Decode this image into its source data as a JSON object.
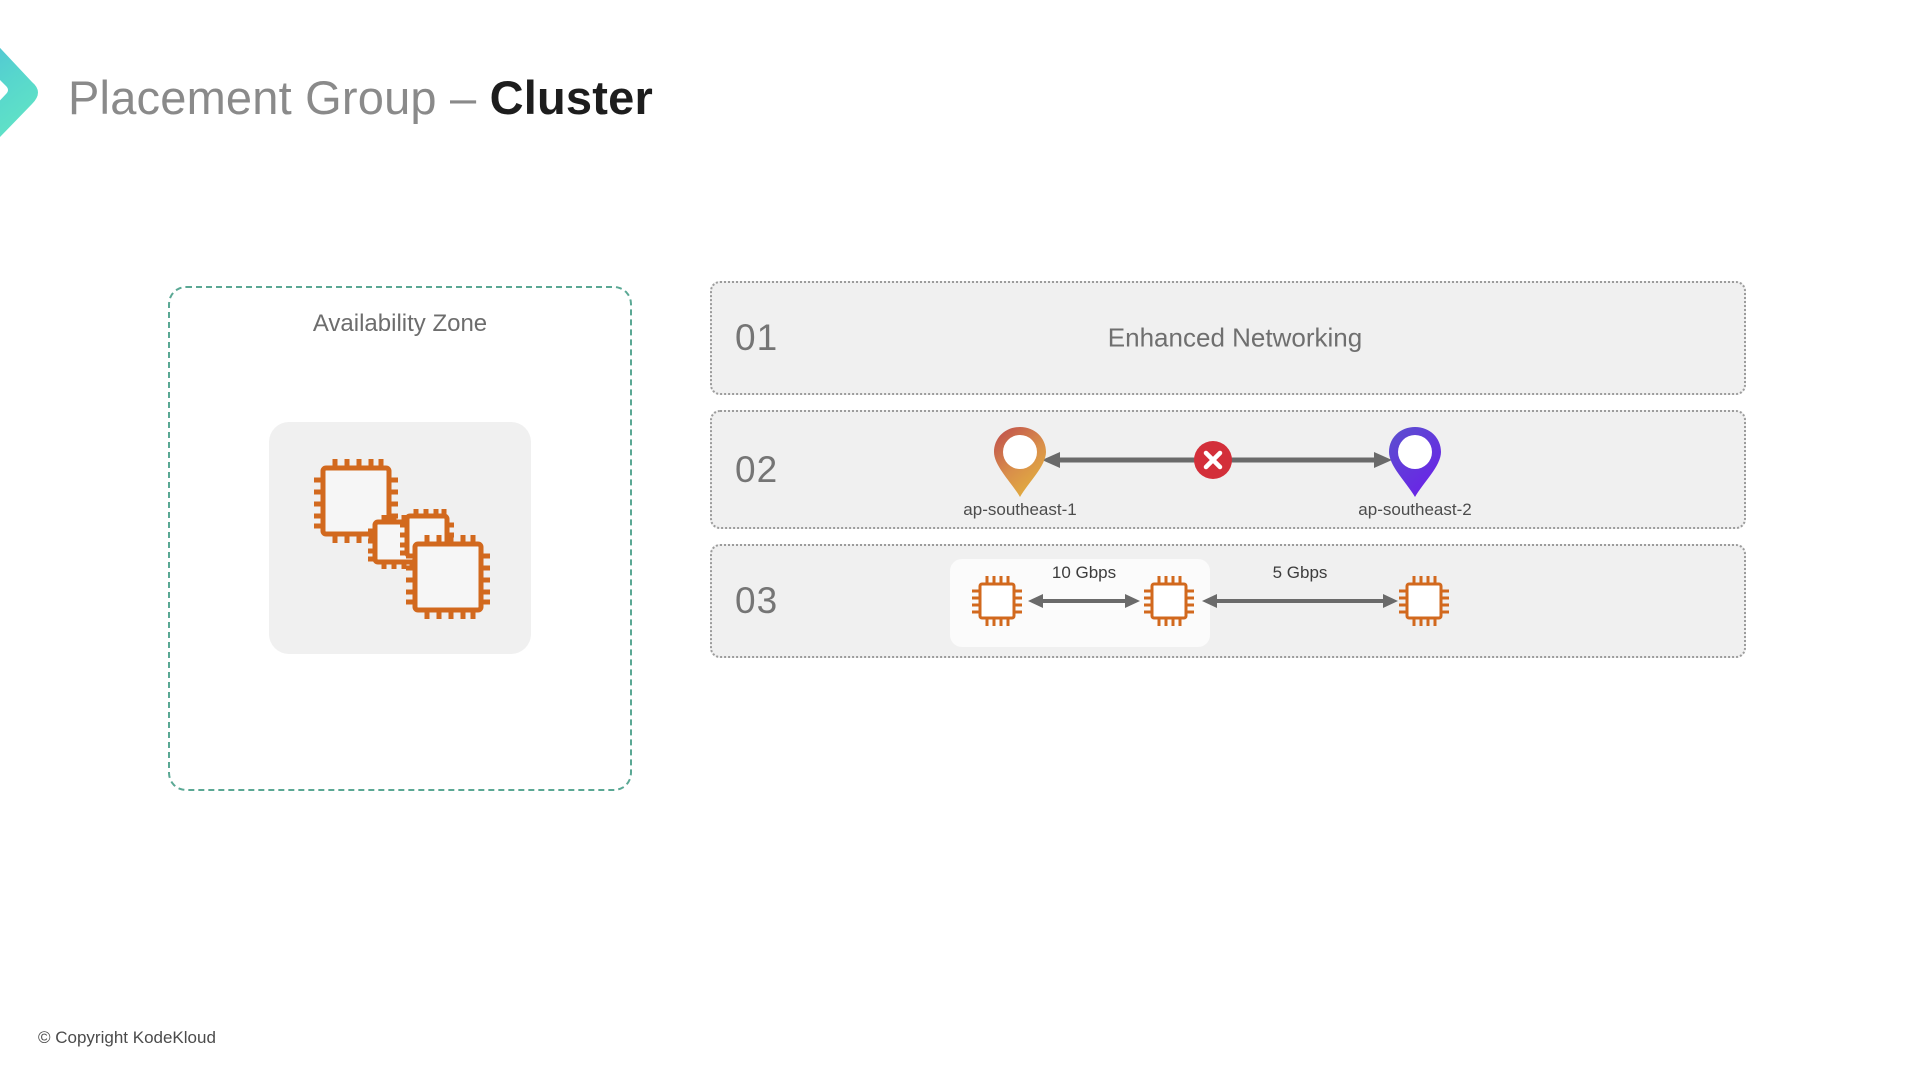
{
  "brand": {
    "logo_icon": "chevron-logo-icon",
    "gradient_from": "#4db8da",
    "gradient_to": "#63e6c4"
  },
  "title": {
    "lead": "Placement Group",
    "dash": "–",
    "emphasis": "Cluster"
  },
  "availability_zone": {
    "label": "Availability Zone",
    "border_color": "#5aa894",
    "card_color": "#f0f0f0",
    "chip_color": "#d2691e",
    "chip_icon": "cpu-cluster-icon",
    "chip_count": 4
  },
  "rows": [
    {
      "number": "01",
      "kind": "text",
      "text": "Enhanced Networking"
    },
    {
      "number": "02",
      "kind": "regions",
      "regions": [
        {
          "label": "ap-southeast-1",
          "icon": "map-pin-icon",
          "color_top": "#c0504d",
          "color_bottom": "#e3b13e"
        },
        {
          "label": "ap-southeast-2",
          "icon": "map-pin-icon",
          "color_top": "#5b4fcf",
          "color_bottom": "#6b21e8"
        }
      ],
      "link_icon": "double-arrow-icon",
      "blocked_icon": "x-circle-icon",
      "blocked_color": "#d32f3a",
      "blocked_glyph": "×"
    },
    {
      "number": "03",
      "kind": "bandwidth",
      "nodes": [
        {
          "icon": "cpu-chip-icon",
          "grouped": true
        },
        {
          "icon": "cpu-chip-icon",
          "grouped": true
        },
        {
          "icon": "cpu-chip-icon",
          "grouped": false
        }
      ],
      "links": [
        {
          "label": "10 Gbps",
          "icon": "double-arrow-icon"
        },
        {
          "label": "5 Gbps",
          "icon": "double-arrow-icon"
        }
      ]
    }
  ],
  "footer": {
    "copyright": "© Copyright KodeKloud"
  }
}
